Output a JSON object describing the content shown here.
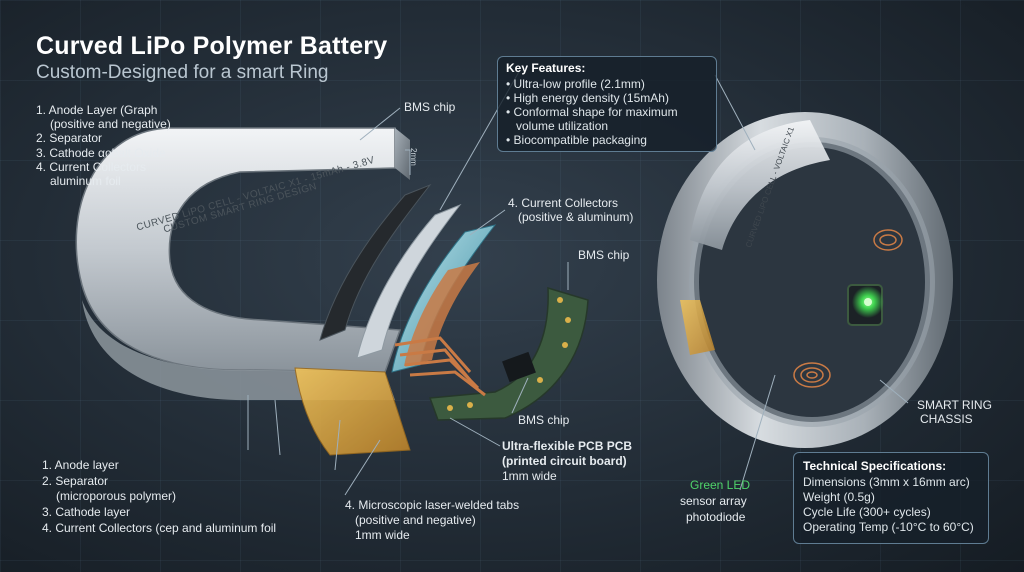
{
  "header": {
    "title": "Curved LiPo Polymer Battery",
    "subtitle": "Custom-Designed for a smart Ring"
  },
  "top_left_list": [
    "1. Anode Layer (Graph",
    "(positive and negative)",
    "2. Separator",
    "3. Cathode αobalt Oxide",
    "4. Current Collectors",
    "aluminum foil"
  ],
  "battery_print": {
    "line1": "CURVED LiPO CELL - VOLTAIC X1 - 15mAh - 3.8V",
    "line2": "CUSTOM SMART RING DESIGN",
    "dim": "2mm"
  },
  "labels": {
    "bms_top": "BMS chip",
    "current_collectors": "4. Current Collectors",
    "current_collectors_sub": "(positive & aluminum)",
    "bms_mid": "BMS chip",
    "bms_low": "BMS chip",
    "pcb_title": "Ultra-flexible PCB PCB",
    "pcb_title2": "(printed circuit board)",
    "pcb_sub": "1mm wide",
    "tabs_1": "4. Microscopic laser-welded tabs",
    "tabs_2": "(positive and negative)",
    "tabs_3": "1mm wide",
    "led_1": "Green LED",
    "led_2": "sensor array",
    "led_3": "photodiode",
    "chassis_1": "SMART RING",
    "chassis_2": "CHASSIS"
  },
  "bottom_left_list": [
    "1. Anode layer",
    "2. Separator",
    "(microporous polymer)",
    "3. Cathode layer",
    "4. Current Collectors (cep and aluminum foil"
  ],
  "key_features": {
    "heading": "Key Features:",
    "items": [
      "• Ultra-low profile (2.1mm)",
      "• High energy density (15mAh)",
      "• Conformal shape for maximum",
      "   volume utilization",
      "• Biocompatible packaging"
    ]
  },
  "tech_specs": {
    "heading": "Technical Specifications:",
    "items": [
      "Dimensions (3mm x 16mm arc)",
      "Weight (0.5g)",
      "Cycle Life (300+ cycles)",
      "Operating Temp (-10°C to 60°C)"
    ]
  },
  "ring_print": "CURVED LiPO CELL - VOLTAIC X1",
  "colors": {
    "led": "#4fd36a",
    "pcb": "#3c5a3f",
    "copper": "#c97a45",
    "kapton": "#d9a43a",
    "metal": "#c9cfd4"
  }
}
